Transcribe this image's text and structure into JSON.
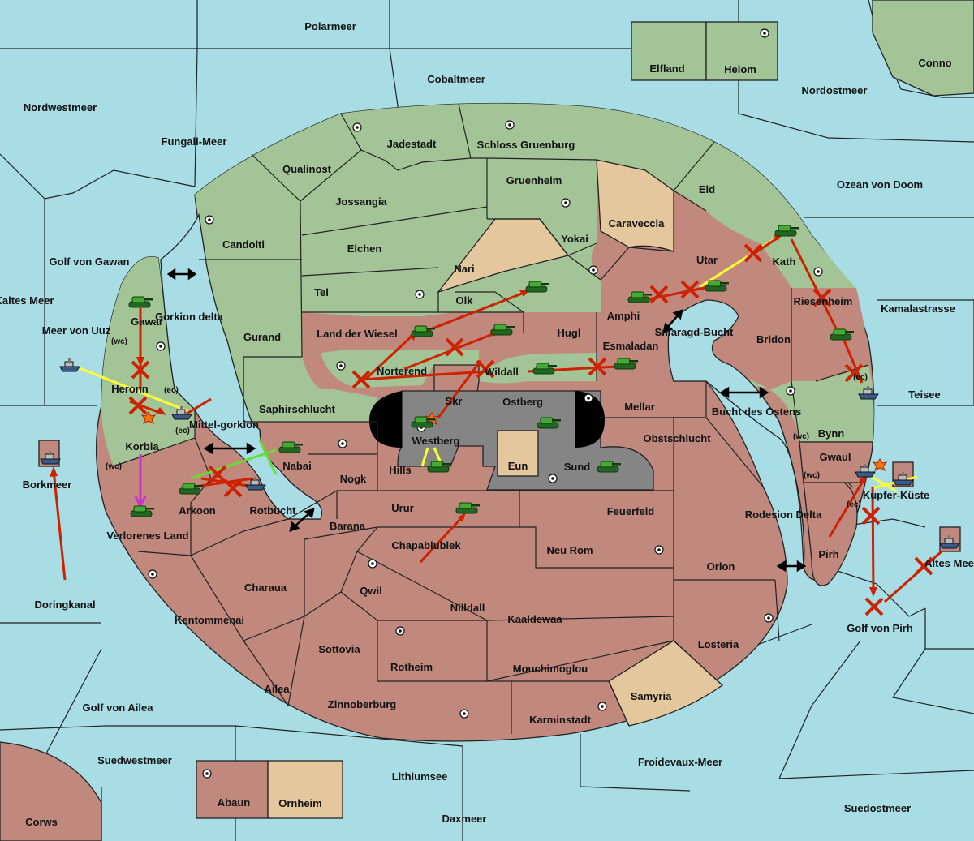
{
  "colors": {
    "sea": "#a9dde6",
    "neutral_green": "#a3c497",
    "red_power": "#c1897e",
    "tan": "#e5c79d",
    "capital_gray": "#858585",
    "border": "#222222",
    "move_arrow": "#cc2200",
    "support_line": "#ffff33",
    "convoy_line": "#cc33cc"
  },
  "icons": {
    "army": "green-tank-icon",
    "fleet": "gray-ship-icon",
    "supply_center": "dot-circle-icon",
    "failed_order": "red-x-icon",
    "dislodged": "explosion-icon",
    "connection": "double-arrow-icon"
  },
  "seas": {
    "polarmeer": "Polarmeer",
    "cobaltmeer": "Cobaltmeer",
    "conno": "Conno",
    "nordwestmeer": "Nordwestmeer",
    "nordostmeer": "Nordostmeer",
    "fungali": "Fungali-Meer",
    "ozean": "Ozean von Doom",
    "golf_gawan": "Golf von Gawan",
    "kaltes": "Kaltes Meer",
    "meer_uuz": "Meer von Uuz",
    "kamalastrasse": "Kamalastrasse",
    "teisee": "Teisee",
    "gorkion_delta": "Gorkion delta",
    "mittelgorkion": "Mittel-gorkion",
    "smaragd": "Smaragd-Bucht",
    "bucht_ostens": "Bucht des Ostens",
    "borkmeer": "Borkmeer",
    "rotbucht": "Rotbucht",
    "rodesion": "Rodesion Delta",
    "altes": "Altes Meer",
    "doringkanal": "Doringkanal",
    "golf_pirh": "Golf von Pirh",
    "golf_ailea": "Golf von Ailea",
    "suedwestmeer": "Suedwestmeer",
    "lithiumsee": "Lithiumsee",
    "froidevaux": "Froidevaux-Meer",
    "daxmeer": "Daxmeer",
    "suedostmeer": "Suedostmeer"
  },
  "lands": {
    "elfland": "Elfland",
    "helom": "Helom",
    "jadestadt": "Jadestadt",
    "schloss": "Schloss Gruenburg",
    "qualinost": "Qualinost",
    "gruenheim": "Gruenheim",
    "eld": "Eld",
    "jossangia": "Jossangia",
    "caraveccia": "Caraveccia",
    "candolti": "Candolti",
    "elchen": "Elchen",
    "yokai": "Yokai",
    "nari": "Nari",
    "utar": "Utar",
    "kath": "Kath",
    "tel": "Tel",
    "olk": "Olk",
    "amphi": "Amphi",
    "riesenheim": "Riesenheim",
    "gawar": "Gawar",
    "gurand": "Gurand",
    "land_wiesel": "Land der Wiesel",
    "hugl": "Hugl",
    "esmaladan": "Esmaladan",
    "bridon": "Bridon",
    "norterend": "Norterend",
    "wildall": "Wildall",
    "heronn": "Heronn",
    "skr": "Skr",
    "ostberg": "Ostberg",
    "mellar": "Mellar",
    "saphir": "Saphirschlucht",
    "korbia": "Korbia",
    "westberg": "Westberg",
    "obstschlucht": "Obstschlucht",
    "bynn": "Bynn",
    "hills": "Hills",
    "eun": "Eun",
    "sund": "Sund",
    "gwaul": "Gwaul",
    "nabai": "Nabai",
    "nogk": "Nogk",
    "kupfer": "Kupfer-Küste",
    "arkoon": "Arkoon",
    "urur": "Urur",
    "feuerfeld": "Feuerfeld",
    "barana": "Barana",
    "verlorenes": "Verlorenes Land",
    "chapablublek": "Chapablublek",
    "neurom": "Neu Rom",
    "pirh": "Pirh",
    "orlon": "Orlon",
    "charaua": "Charaua",
    "qwil": "Qwil",
    "nilldall": "Nilldall",
    "kentommenai": "Kentommenai",
    "kaaldewaa": "Kaaldewaa",
    "sottovia": "Sottovia",
    "losteria": "Losteria",
    "rotheim": "Rotheim",
    "mouchi": "Mouchimoglou",
    "ailea": "Ailea",
    "samyria": "Samyria",
    "zinnoberburg": "Zinnoberburg",
    "karminstadt": "Karminstadt",
    "abaun": "Abaun",
    "ornheim": "Ornheim",
    "corws": "Corws"
  },
  "coast_tags": {
    "wc": "(wc)",
    "ec": "(ec)"
  }
}
